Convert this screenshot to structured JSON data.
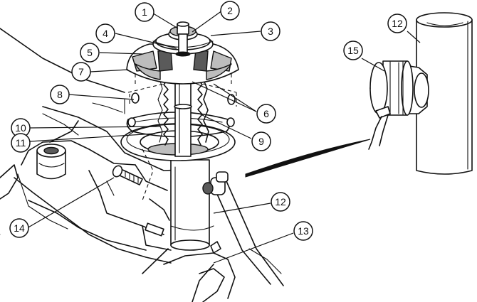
{
  "callouts": {
    "c1": "1",
    "c2": "2",
    "c3": "3",
    "c4": "4",
    "c5": "5",
    "c6": "6",
    "c7": "7",
    "c8": "8",
    "c9": "9",
    "c10": "10",
    "c11": "11",
    "c12": "12",
    "c12_inset": "12",
    "c13": "13",
    "c14": "14",
    "c15": "15"
  }
}
